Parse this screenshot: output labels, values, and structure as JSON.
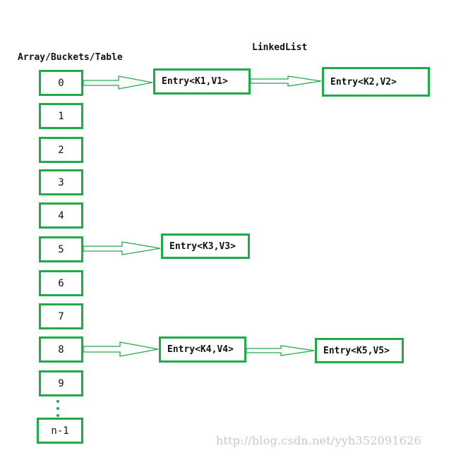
{
  "headers": {
    "array_label": "Array/Buckets/Table",
    "linkedlist_label": "LinkedList"
  },
  "buckets": [
    "0",
    "1",
    "2",
    "3",
    "4",
    "5",
    "6",
    "7",
    "8",
    "9",
    "n-1"
  ],
  "entries": {
    "e1": "Entry<K1,V1>",
    "e2": "Entry<K2,V2>",
    "e3": "Entry<K3,V3>",
    "e4": "Entry<K4,V4>",
    "e5": "Entry<K5,V5>"
  },
  "links": [
    {
      "from": "bucket 0",
      "to": "Entry<K1,V1>"
    },
    {
      "from": "Entry<K1,V1>",
      "to": "Entry<K2,V2>"
    },
    {
      "from": "bucket 5",
      "to": "Entry<K3,V3>"
    },
    {
      "from": "bucket 8",
      "to": "Entry<K4,V4>"
    },
    {
      "from": "Entry<K4,V4>",
      "to": "Entry<K5,V5>"
    }
  ],
  "watermark": "http://blog.csdn.net/yyh352091626",
  "colors": {
    "box_border": "#22a94b",
    "text": "#111111",
    "watermark": "#c8c8c8"
  }
}
